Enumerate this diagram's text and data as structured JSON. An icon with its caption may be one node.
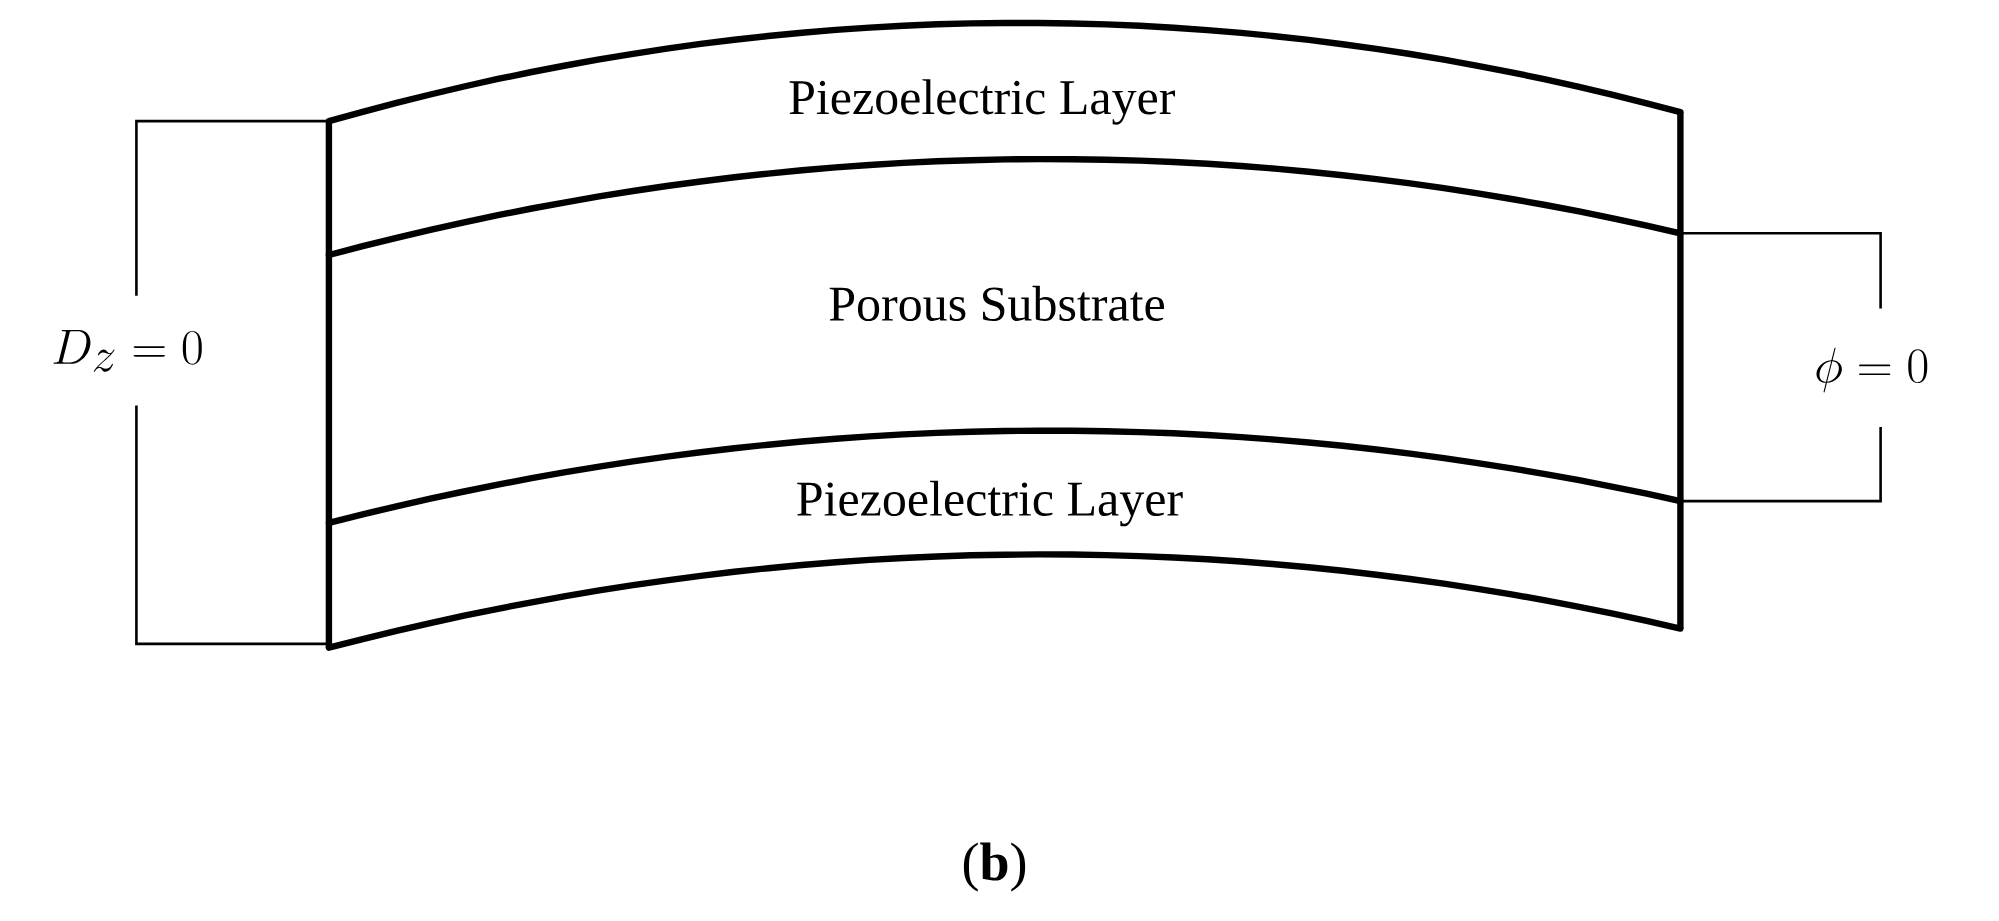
{
  "diagram": {
    "caption": "(**b**)",
    "nodes": [
      {
        "text": [
          "Piezoelectric Layer"
        ]
      },
      {
        "text": [
          "Porous Substrate"
        ]
      },
      {
        "text": [
          "Piezoelectric Layer"
        ]
      }
    ],
    "labels": [
      "D_z = 0",
      "\\phi = 0"
    ]
  }
}
